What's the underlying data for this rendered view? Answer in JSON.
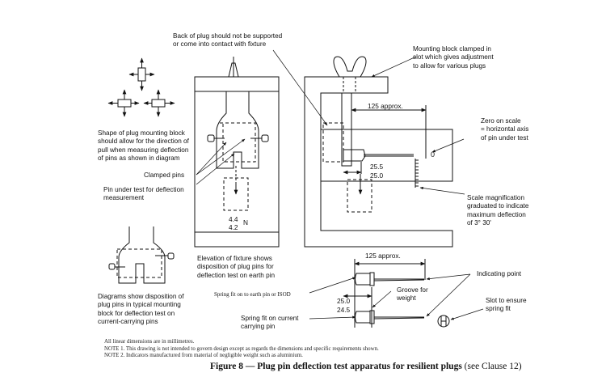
{
  "figure": {
    "number_label": "Figure 8",
    "title": "Plug pin deflection test apparatus for resilient plugs",
    "reference": "(see Clause 12)",
    "separator": " — "
  },
  "annotations": {
    "back_of_plug": [
      "Back of plug should not be supported",
      "or come into contact with fixture"
    ],
    "mounting_block": [
      "Mounting block clamped in",
      "slot which gives adjustment",
      "to allow for various plugs"
    ],
    "shape_of_block": [
      "Shape of plug mounting block",
      "should allow for the direction of",
      "pull when measuring deflection",
      "of pins as shown in diagram"
    ],
    "clamped_pins": "Clamped pins",
    "pin_under_test": [
      "Pin under test for deflection",
      "measurement"
    ],
    "zero_on_scale": [
      "Zero on scale",
      "= horizontal axis",
      "of pin under test"
    ],
    "scale_magnification": [
      "Scale magnification",
      "graduated to indicate",
      "maximum deflection",
      "of 3° 30'"
    ],
    "elevation": [
      "Elevation of fixture shows",
      "disposition of plug pins for",
      "deflection test on earth pin"
    ],
    "diagrams_show": [
      "Diagrams show disposition of",
      "plug pins in typical mounting",
      "block for deflection test on",
      "current-carrying pins"
    ],
    "spring_fit_earth": "Spring fit on to earth pin or ISOD",
    "spring_fit_current": [
      "Spring fit on current",
      "carrying pin"
    ],
    "groove": [
      "Groove for",
      "weight"
    ],
    "indicating_point": "Indicating point",
    "slot_spring": [
      "Slot to ensure",
      "spring fit"
    ]
  },
  "dimensions": {
    "upper_length": "125 approx.",
    "upper_offset_max": "25.5",
    "upper_offset_min": "25.0",
    "scale_zero": "0",
    "force_max": "4.4",
    "force_min": "4.2",
    "force_unit": "N",
    "lower_length": "125 approx.",
    "lower_offset_max": "25.0",
    "lower_offset_min": "24.5"
  },
  "notes": [
    "All linear dimensions are in millimetres.",
    "NOTE 1. This drawing is not intended to govern design except as regards the dimensions and specific requirements shown.",
    "NOTE 2. Indicators manufactured from material of negligible weight such as aluminium."
  ]
}
